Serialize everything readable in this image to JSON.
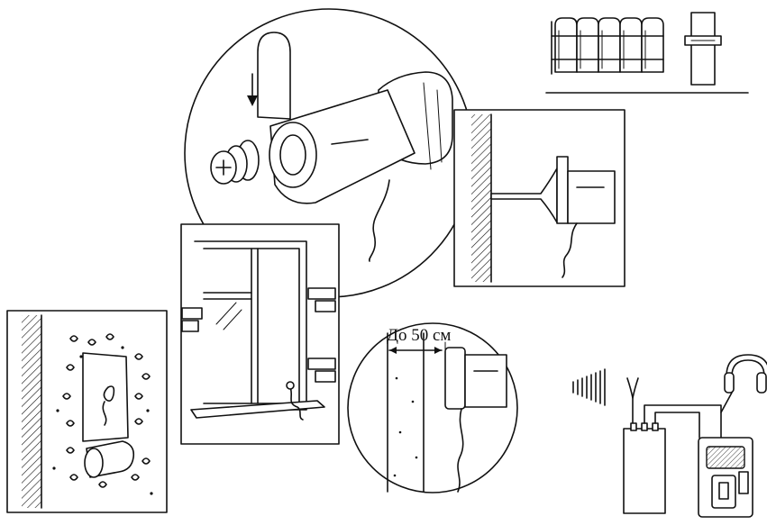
{
  "distance_label": "До 50 см",
  "colors": {
    "ink": "#111111",
    "paper": "#ffffff"
  },
  "panels": [
    "radiator-heating-pipe-scene",
    "microphone-housing-exploded-view",
    "wall-mounted-sensor-side-view",
    "window-frame-installation",
    "wall-cavity-installation",
    "sensor-distance-detail",
    "receiver-recorder-headphones"
  ]
}
